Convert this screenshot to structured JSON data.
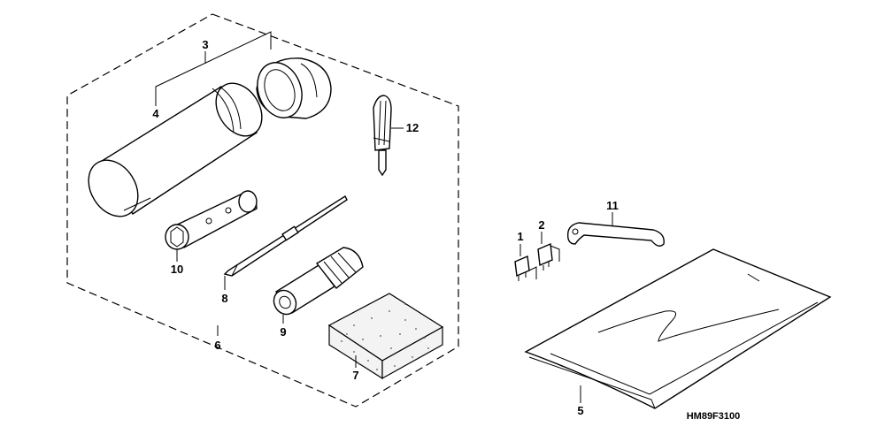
{
  "callouts": {
    "c1": "1",
    "c2": "2",
    "c3": "3",
    "c4": "4",
    "c5": "5",
    "c6": "6",
    "c7": "7",
    "c8": "8",
    "c9": "9",
    "c10": "10",
    "c11": "11",
    "c12": "12"
  },
  "figure_code": "HM89F3100"
}
